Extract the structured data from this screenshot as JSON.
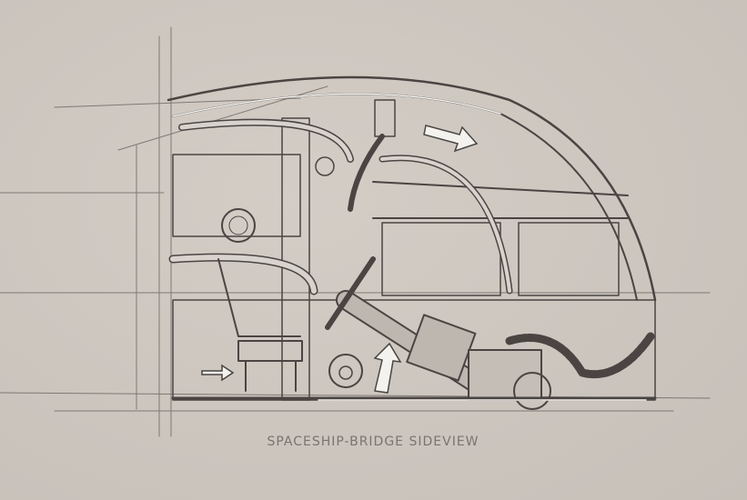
{
  "artwork": {
    "type": "pencil sketch",
    "subject": "spaceship bridge side view",
    "caption": "SPACESHIP-BRIDGE SIDEVIEW",
    "colors": {
      "paper": "#cdc7c0",
      "graphite": "#4a4542",
      "highlight": "#f4f2ee"
    }
  }
}
